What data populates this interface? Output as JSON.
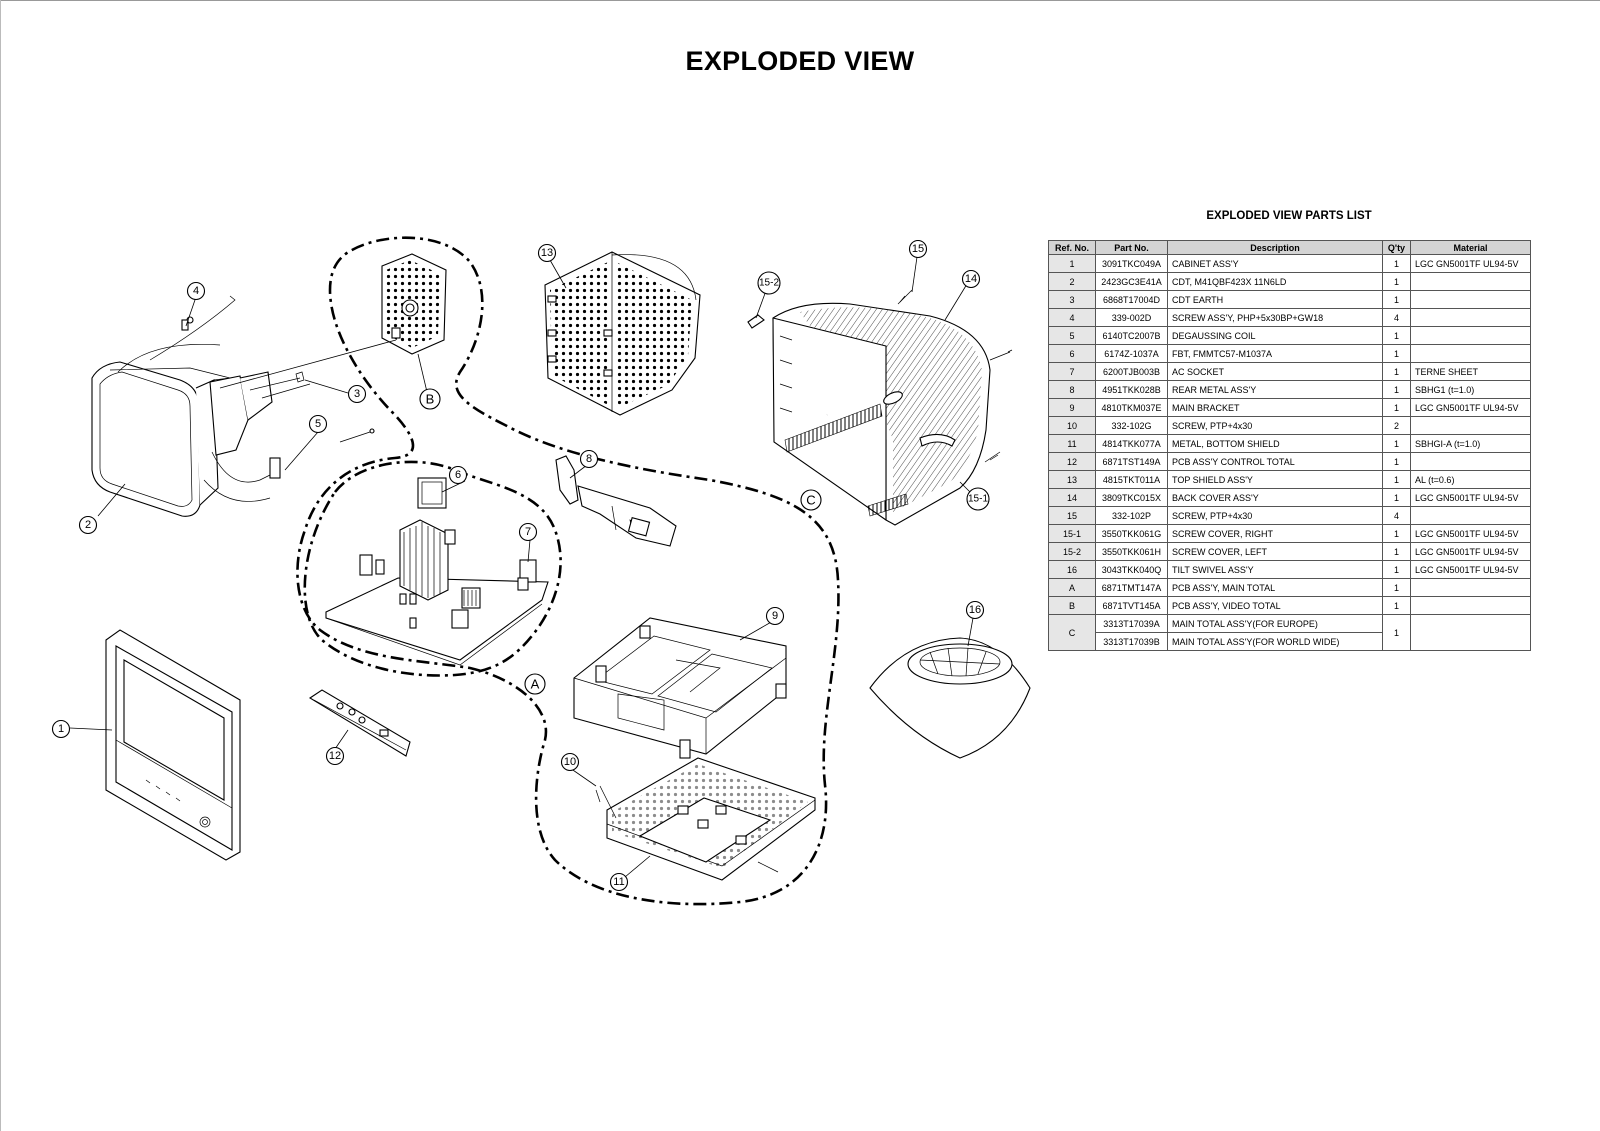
{
  "page": {
    "title": "EXPLODED VIEW"
  },
  "callouts": {
    "c1": "1",
    "c2": "2",
    "c3": "3",
    "c4": "4",
    "c5": "5",
    "c6": "6",
    "c7": "7",
    "c8": "8",
    "c9": "9",
    "c10": "10",
    "c11": "11",
    "c12": "12",
    "c13": "13",
    "c14": "14",
    "c15": "15",
    "c15_1": "15-1",
    "c15_2": "15-2",
    "c16": "16",
    "cA": "A",
    "cB": "B",
    "cC": "C"
  },
  "parts_list": {
    "title": "EXPLODED VIEW PARTS LIST",
    "headers": [
      "Ref. No.",
      "Part No.",
      "Description",
      "Q'ty",
      "Material"
    ],
    "rows": [
      {
        "ref": "1",
        "part_no": "3091TKC049A",
        "description": "CABINET ASS'Y",
        "qty": "1",
        "material": "LGC GN5001TF   UL94-5V"
      },
      {
        "ref": "2",
        "part_no": "2423GC3E41A",
        "description": "CDT, M41QBF423X 11N6LD",
        "qty": "1",
        "material": ""
      },
      {
        "ref": "3",
        "part_no": "6868T17004D",
        "description": "CDT EARTH",
        "qty": "1",
        "material": ""
      },
      {
        "ref": "4",
        "part_no": "339-002D",
        "description": "SCREW ASS'Y, PHP+5x30BP+GW18",
        "qty": "4",
        "material": ""
      },
      {
        "ref": "5",
        "part_no": "6140TC2007B",
        "description": "DEGAUSSING COIL",
        "qty": "1",
        "material": ""
      },
      {
        "ref": "6",
        "part_no": "6174Z-1037A",
        "description": "FBT, FMMTC57-M1037A",
        "qty": "1",
        "material": ""
      },
      {
        "ref": "7",
        "part_no": "6200TJB003B",
        "description": "AC SOCKET",
        "qty": "1",
        "material": "TERNE SHEET"
      },
      {
        "ref": "8",
        "part_no": "4951TKK028B",
        "description": "REAR METAL ASS'Y",
        "qty": "1",
        "material": "SBHG1 (t=1.0)"
      },
      {
        "ref": "9",
        "part_no": "4810TKM037E",
        "description": "MAIN BRACKET",
        "qty": "1",
        "material": "LGC GN5001TF   UL94-5V"
      },
      {
        "ref": "10",
        "part_no": "332-102G",
        "description": "SCREW, PTP+4x30",
        "qty": "2",
        "material": ""
      },
      {
        "ref": "11",
        "part_no": "4814TKK077A",
        "description": "METAL, BOTTOM SHIELD",
        "qty": "1",
        "material": "SBHGI-A (t=1.0)"
      },
      {
        "ref": "12",
        "part_no": "6871TST149A",
        "description": "PCB ASS'Y CONTROL TOTAL",
        "qty": "1",
        "material": ""
      },
      {
        "ref": "13",
        "part_no": "4815TKT011A",
        "description": "TOP SHIELD ASS'Y",
        "qty": "1",
        "material": "AL (t=0.6)"
      },
      {
        "ref": "14",
        "part_no": "3809TKC015X",
        "description": "BACK COVER ASS'Y",
        "qty": "1",
        "material": "LGC GN5001TF   UL94-5V"
      },
      {
        "ref": "15",
        "part_no": "332-102P",
        "description": "SCREW, PTP+4x30",
        "qty": "4",
        "material": ""
      },
      {
        "ref": "15-1",
        "part_no": "3550TKK061G",
        "description": "SCREW COVER, RIGHT",
        "qty": "1",
        "material": "LGC GN5001TF UL94-5V"
      },
      {
        "ref": "15-2",
        "part_no": "3550TKK061H",
        "description": "SCREW COVER, LEFT",
        "qty": "1",
        "material": "LGC GN5001TF UL94-5V"
      },
      {
        "ref": "16",
        "part_no": "3043TKK040Q",
        "description": "TILT SWIVEL ASS'Y",
        "qty": "1",
        "material": "LGC GN5001TF   UL94-5V"
      },
      {
        "ref": "A",
        "part_no": "6871TMT147A",
        "description": "PCB ASS'Y, MAIN TOTAL",
        "qty": "1",
        "material": ""
      },
      {
        "ref": "B",
        "part_no": "6871TVT145A",
        "description": "PCB ASS'Y, VIDEO TOTAL",
        "qty": "1",
        "material": ""
      }
    ],
    "row_c": {
      "ref": "C",
      "qty": "1",
      "material": "",
      "sub": [
        {
          "part_no": "3313T17039A",
          "description": "MAIN TOTAL ASS'Y(FOR EUROPE)"
        },
        {
          "part_no": "3313T17039B",
          "description": "MAIN TOTAL ASS'Y(FOR WORLD WIDE)"
        }
      ]
    }
  }
}
